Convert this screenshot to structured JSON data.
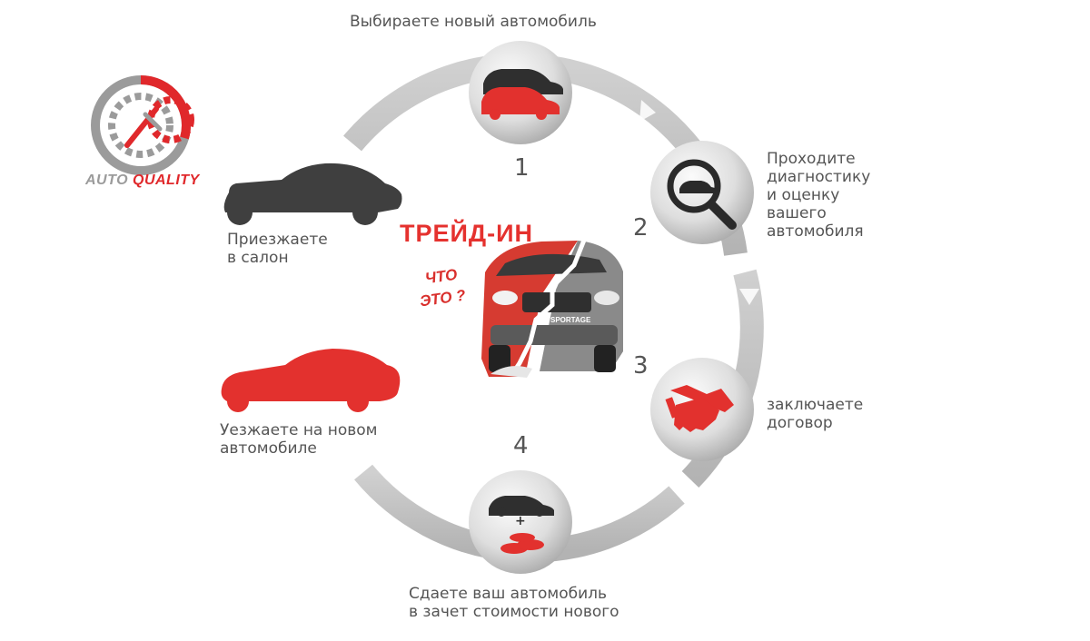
{
  "logo": {
    "word1": "AUTO",
    "word2": "QUALITY",
    "colors": {
      "grey": "#9b9b9b",
      "red": "#e0282b"
    }
  },
  "center": {
    "title": "ТРЕЙД-ИН",
    "question_line1": "ЧТО",
    "question_line2": "ЭТО ?",
    "badge": "SPORTAGE"
  },
  "steps": [
    {
      "number": "1",
      "label": "Выбираете новый автомобиль",
      "icon": "two-cars-icon"
    },
    {
      "number": "2",
      "label_lines": [
        "Проходите",
        "диагностику",
        "и оценку",
        "вашего",
        "автомобиля"
      ],
      "icon": "magnifier-car-icon"
    },
    {
      "number": "3",
      "label_lines": [
        "заключаете",
        "договор"
      ],
      "icon": "handshake-icon"
    },
    {
      "number": "4",
      "label_lines": [
        "Сдаете ваш автомобиль",
        "в зачет стоимости нового"
      ],
      "icon": "car-plus-money-icon",
      "plus": "+"
    }
  ],
  "side": {
    "arrive_lines": [
      "Приезжаете",
      "в салон"
    ],
    "leave_lines": [
      "Уезжаете на новом",
      "автомобиле"
    ]
  },
  "colors": {
    "red": "#e23a37",
    "dark": "#3f3f3f",
    "ring": "#bdbdbd",
    "circle_light": "#f4f4f4",
    "circle_dark": "#b8b8b8",
    "text": "#555555"
  }
}
